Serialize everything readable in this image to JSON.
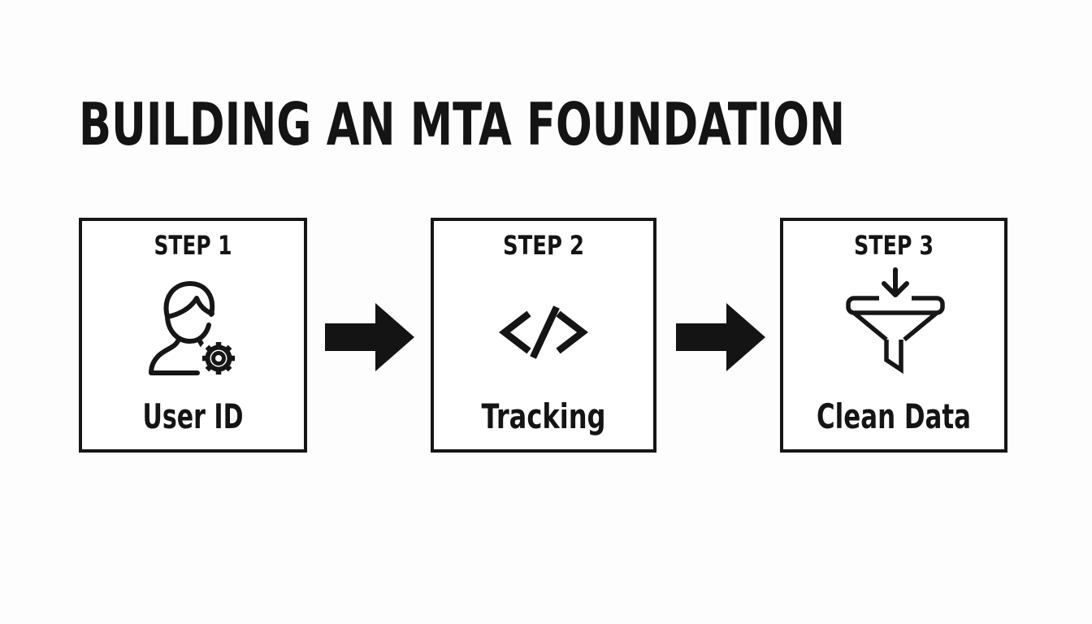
{
  "title": "BUILDING AN MTA FOUNDATION",
  "colors": {
    "background": "#fdfdfd",
    "ink": "#141414",
    "box_border": "#161616",
    "box_fill": "#ffffff"
  },
  "steps": [
    {
      "step_label": "STEP 1",
      "icon": "user-gear-icon",
      "caption": "User ID"
    },
    {
      "step_label": "STEP 2",
      "icon": "code-icon",
      "caption": "Tracking"
    },
    {
      "step_label": "STEP 3",
      "icon": "funnel-arrow-icon",
      "caption": "Clean Data"
    }
  ],
  "connectors": [
    {
      "icon": "arrow-right-icon"
    },
    {
      "icon": "arrow-right-icon"
    }
  ]
}
